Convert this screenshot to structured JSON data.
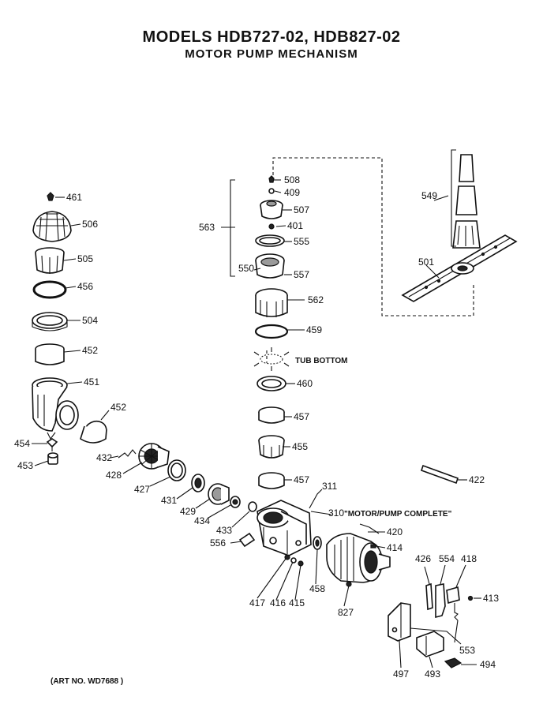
{
  "header": {
    "title": "MODELS HDB727-02, HDB827-02",
    "subtitle": "MOTOR PUMP MECHANISM"
  },
  "footer": {
    "art_no": "(ART NO. WD7688 )"
  },
  "notes": {
    "tub_bottom": "TUB BOTTOM",
    "motor_pump_complete": "\"MOTOR/PUMP COMPLETE\""
  },
  "labels": {
    "p461": "461",
    "p506": "506",
    "p505": "505",
    "p456": "456",
    "p504": "504",
    "p452a": "452",
    "p451": "451",
    "p452b": "452",
    "p454": "454",
    "p453": "453",
    "p432": "432",
    "p428": "428",
    "p427": "427",
    "p431": "431",
    "p429": "429",
    "p434": "434",
    "p433": "433",
    "p556": "556",
    "p417": "417",
    "p416": "416",
    "p415": "415",
    "p458": "458",
    "p827": "827",
    "p508": "508",
    "p409": "409",
    "p507": "507",
    "p401": "401",
    "p555": "555",
    "p563": "563",
    "p550": "550",
    "p557": "557",
    "p562": "562",
    "p459": "459",
    "p460": "460",
    "p457a": "457",
    "p455": "455",
    "p457b": "457",
    "p311": "311",
    "p310": "310",
    "p420": "420",
    "p414": "414",
    "p549": "549",
    "p501": "501",
    "p422": "422",
    "p426": "426",
    "p554": "554",
    "p418": "418",
    "p413": "413",
    "p553": "553",
    "p494": "494",
    "p493": "493",
    "p497": "497"
  }
}
